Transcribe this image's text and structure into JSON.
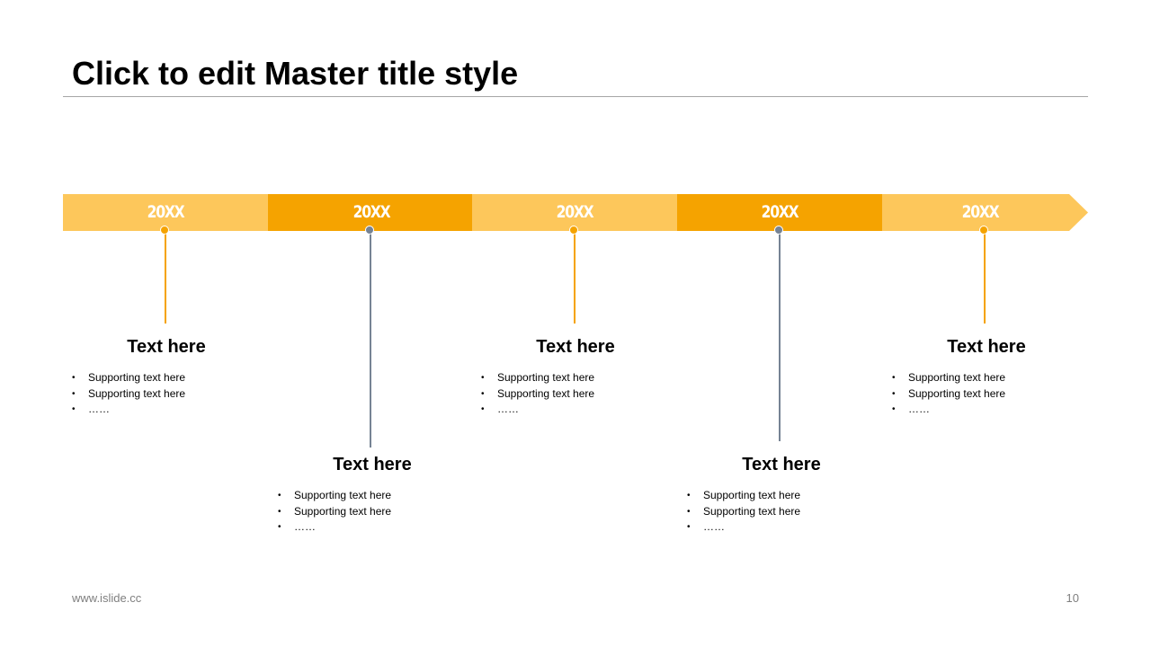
{
  "slide": {
    "title": "Click to edit Master title style"
  },
  "colors": {
    "light_orange": "#fdc75b",
    "dark_orange": "#f5a300",
    "gray": "#768394"
  },
  "timeline": {
    "segments": [
      {
        "year": "20XX",
        "heading": "Text here",
        "bullets": [
          "Supporting text here",
          "Supporting text here",
          "……"
        ]
      },
      {
        "year": "20XX",
        "heading": "Text here",
        "bullets": [
          "Supporting text here",
          "Supporting text here",
          "……"
        ]
      },
      {
        "year": "20XX",
        "heading": "Text here",
        "bullets": [
          "Supporting text here",
          "Supporting text here",
          "……"
        ]
      },
      {
        "year": "20XX",
        "heading": "Text here",
        "bullets": [
          "Supporting text here",
          "Supporting text here",
          "……"
        ]
      },
      {
        "year": "20XX",
        "heading": "Text here",
        "bullets": [
          "Supporting text here",
          "Supporting text here",
          "……"
        ]
      }
    ]
  },
  "footer": {
    "url": "www.islide.cc",
    "page_number": "10"
  }
}
